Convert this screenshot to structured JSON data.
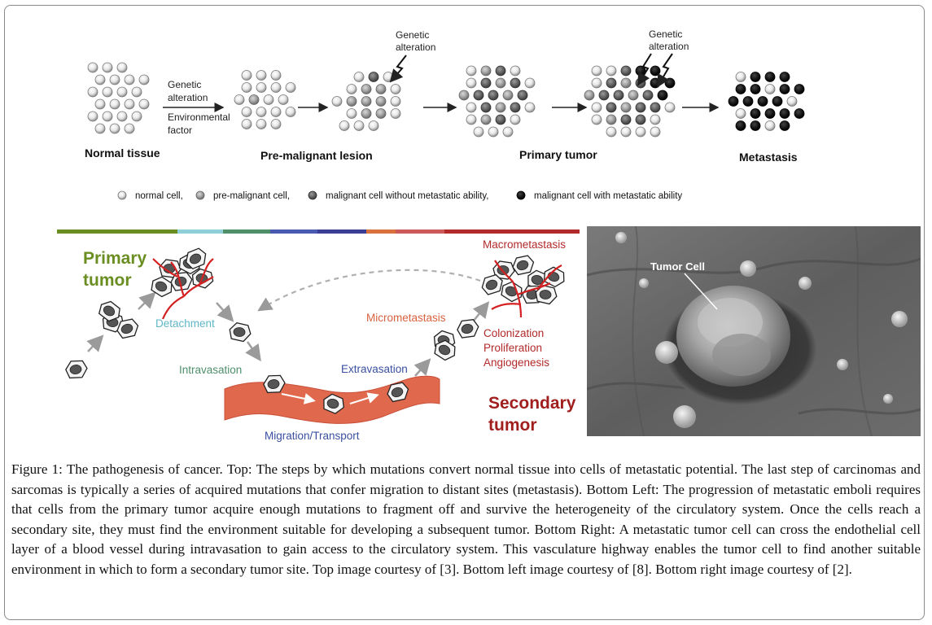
{
  "top_panel": {
    "stages": {
      "normal": "Normal tissue",
      "premalignant": "Pre-malignant lesion",
      "primary": "Primary tumor",
      "metastasis": "Metastasis"
    },
    "arrow1_labels": [
      "Genetic",
      "alteration",
      "Environmental",
      "factor"
    ],
    "genetic_alteration_1": [
      "Genetic",
      "alteration"
    ],
    "genetic_alteration_2": [
      "Genetic",
      "alteration"
    ],
    "legend": {
      "normal": "normal cell,",
      "premalignant": "pre-malignant cell,",
      "malignant_no": "malignant cell without metastatic ability,",
      "malignant_yes": "malignant cell with metastatic ability"
    }
  },
  "bottom_left": {
    "primary_tumor": [
      "Primary",
      "tumor"
    ],
    "detachment": "Detachment",
    "intravasation": "Intravasation",
    "migration": "Migration/Transport",
    "extravasation": "Extravasation",
    "micrometastasis": "Micrometastasis",
    "macrometastasis": "Macrometastasis",
    "steps": [
      "Colonization",
      "Proliferation",
      "Angiogenesis"
    ],
    "secondary_tumor": [
      "Secondary",
      "tumor"
    ],
    "colors": {
      "primary": "#6b8e23",
      "detachment": "#5fb7c6",
      "intravasation": "#4f8f6a",
      "extravasation": "#3a4fa0",
      "micro": "#d9613f",
      "macro": "#b22a2a",
      "secondary": "#a11e1e",
      "vessel": "#e06a4e"
    }
  },
  "bottom_right": {
    "label": "Tumor Cell"
  },
  "caption": {
    "label": "Figure 1:",
    "text": "The pathogenesis of cancer. Top: The steps by which mutations convert normal tissue into cells of metastatic potential. The last step of carcinomas and sarcomas is typically a series of acquired mutations that confer migration to distant sites (metastasis). Bottom Left: The progression of metastatic emboli requires that cells from the primary tumor acquire enough mutations to fragment off and survive the heterogeneity of the circulatory system. Once the cells reach a secondary site, they must find the environment suitable for developing a subsequent tumor. Bottom Right: A metastatic tumor cell can cross the endothelial cell layer of a blood vessel during intravasation to gain access to the circulatory system. This vasculature highway enables the tumor cell to find another suitable environment in which to form a secondary tumor site. Top image courtesy of [3]. Bottom left image courtesy of [8]. Bottom right image courtesy of [2]."
  }
}
